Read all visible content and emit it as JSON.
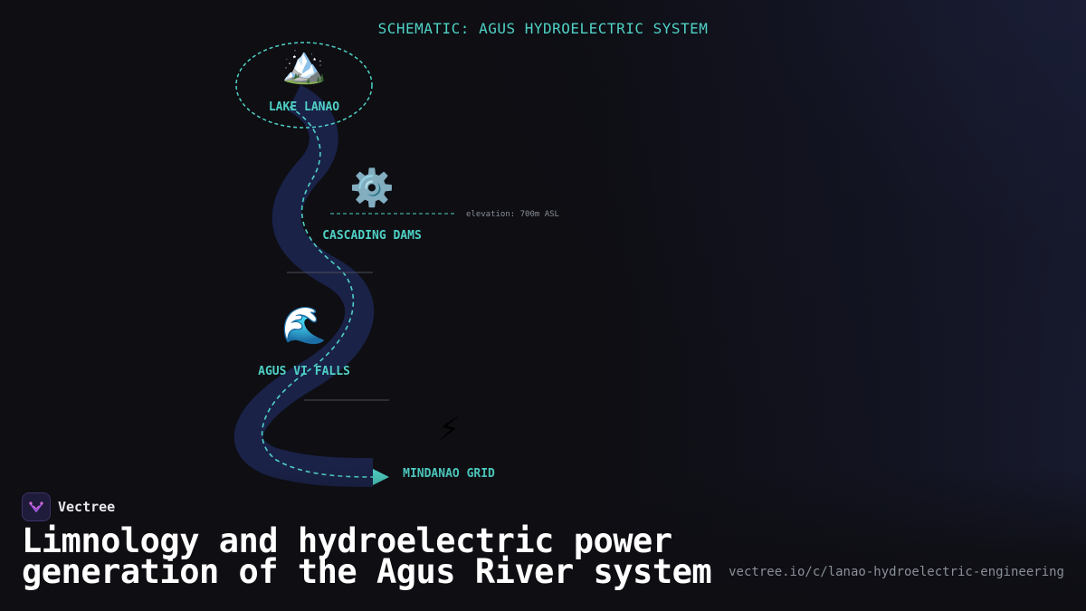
{
  "diagram": {
    "title": "SCHEMATIC: AGUS HYDROELECTRIC SYSTEM",
    "nodes": [
      {
        "icon": "mountain-icon",
        "glyph": "🏔️",
        "label": "LAKE LANAO"
      },
      {
        "icon": "gear-icon",
        "glyph": "⚙️",
        "label": "CASCADING DAMS"
      },
      {
        "icon": "wave-icon",
        "glyph": "🌊",
        "label": "AGUS VI FALLS"
      },
      {
        "icon": "lightning-icon",
        "glyph": "⚡",
        "label": "MINDANAO GRID"
      }
    ],
    "elevation_note": "elevation: 700m ASL",
    "colors": {
      "accent": "#4fd1c5",
      "river": "#1a2248",
      "background": "#0e0e13"
    }
  },
  "brand": {
    "name": "Vectree",
    "logo_icon": "vectree-logo-icon"
  },
  "headline": "Limnology and hydroelectric power generation of the Agus River system",
  "url": "vectree.io/c/lanao-hydroelectric-engineering"
}
